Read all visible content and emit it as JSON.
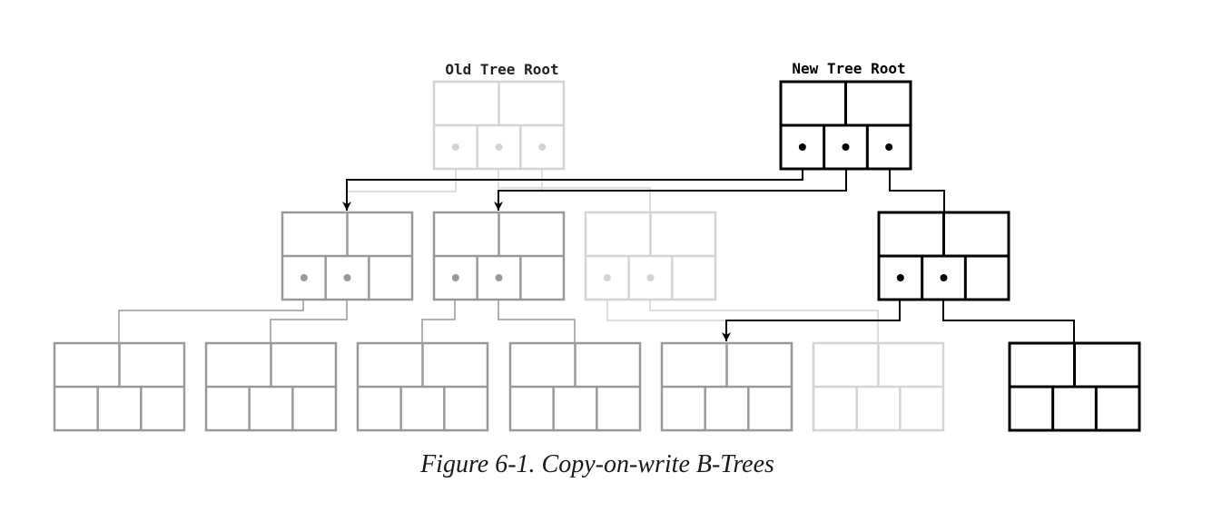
{
  "diagram": {
    "labels": {
      "old_root": "Old Tree Root",
      "new_root": "New Tree Root"
    },
    "caption": "Figure 6-1. Copy-on-write B-Trees",
    "styles": {
      "new": "#000000",
      "old": "#999999",
      "faded": "#d4d4d4"
    }
  }
}
